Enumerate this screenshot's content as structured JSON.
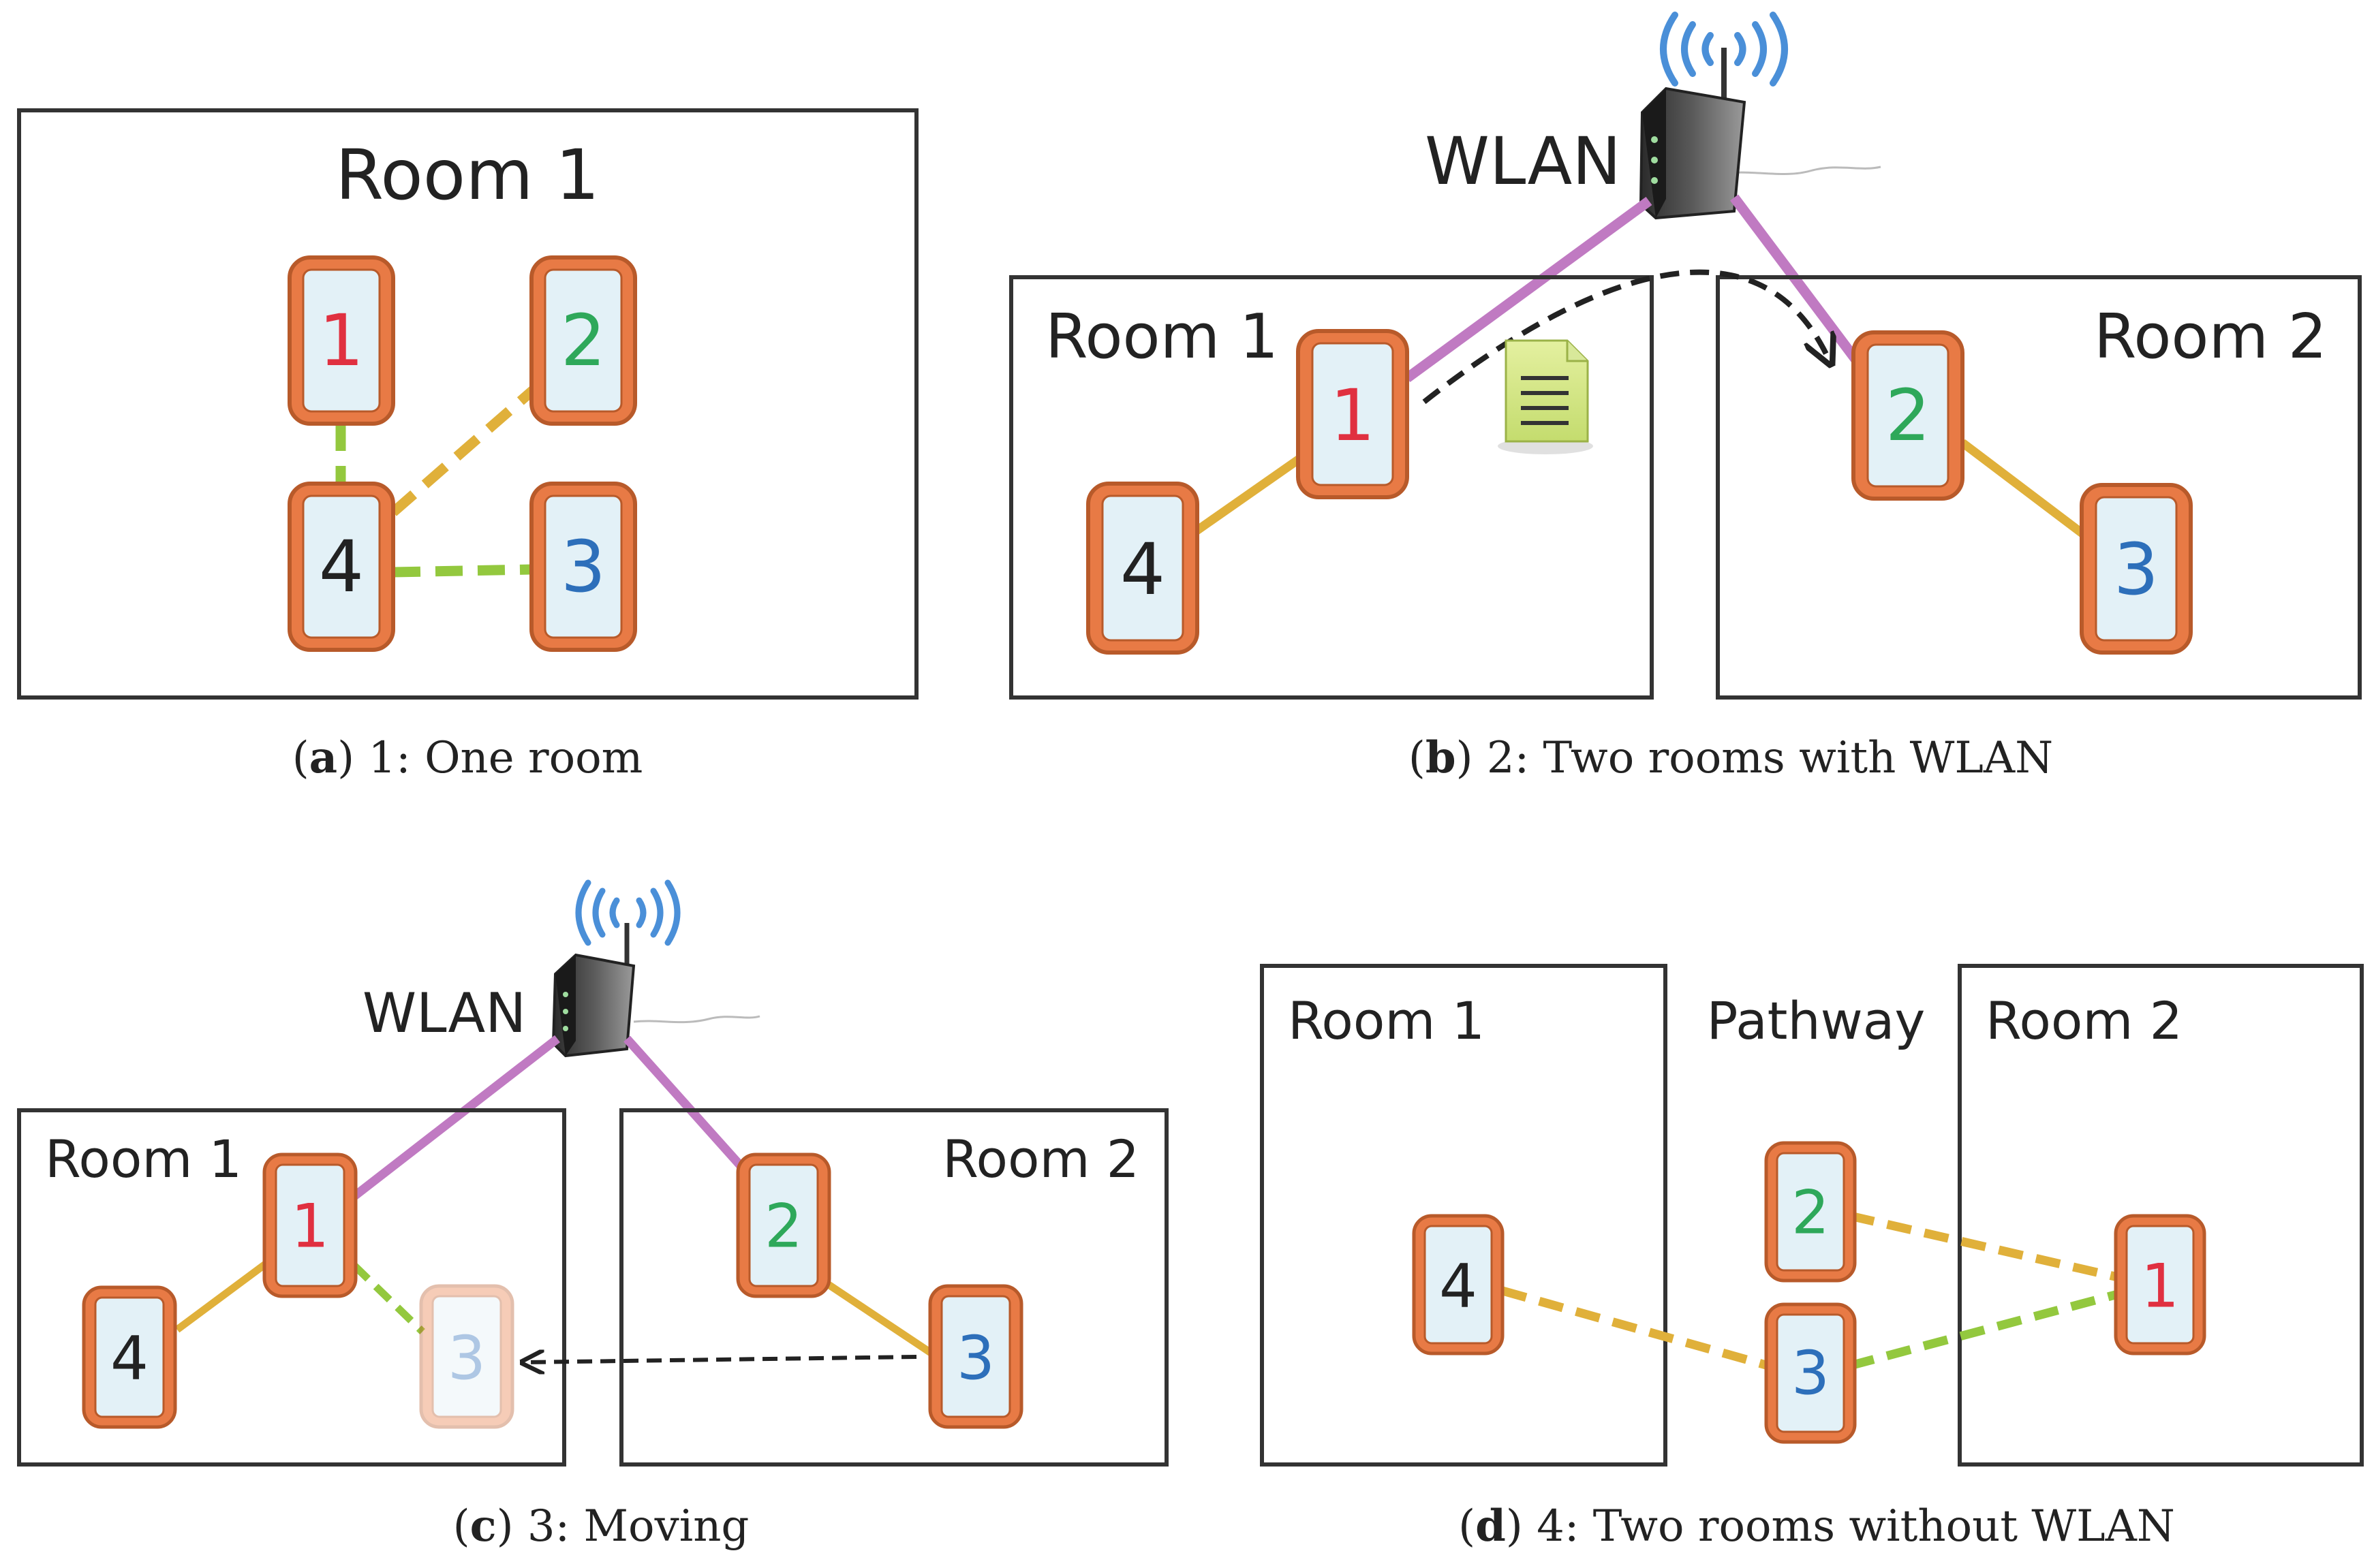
{
  "colors": {
    "device_frame": "#e87a45",
    "device_frame_stroke": "#b85a2a",
    "device_screen": "#e3f1f7",
    "link_strong": "#e0b03a",
    "link_green": "#93c83e",
    "link_wlan": "#c07ac2",
    "label_1": "#e03040",
    "label_2": "#2ea85a",
    "label_3": "#2d6fba",
    "label_4": "#222222",
    "wifi": "#4a8fd8"
  },
  "panels": [
    {
      "id": "a",
      "letter": "a",
      "caption": "1: One room",
      "rooms": [
        "Room 1"
      ],
      "devices": [
        {
          "label": "1"
        },
        {
          "label": "2"
        },
        {
          "label": "4"
        },
        {
          "label": "3"
        }
      ]
    },
    {
      "id": "b",
      "letter": "b",
      "caption": "2: Two rooms with WLAN",
      "rooms": [
        "Room 1",
        "Room 2"
      ],
      "wlan_label": "WLAN",
      "devices": [
        {
          "label": "1"
        },
        {
          "label": "4"
        },
        {
          "label": "2"
        },
        {
          "label": "3"
        }
      ]
    },
    {
      "id": "c",
      "letter": "c",
      "caption": "3: Moving",
      "rooms": [
        "Room 1",
        "Room 2"
      ],
      "wlan_label": "WLAN",
      "devices": [
        {
          "label": "1"
        },
        {
          "label": "4"
        },
        {
          "label": "3"
        },
        {
          "label": "2"
        },
        {
          "label": "3"
        }
      ]
    },
    {
      "id": "d",
      "letter": "d",
      "caption": "4: Two rooms without WLAN",
      "rooms": [
        "Room 1",
        "Pathway",
        "Room 2"
      ],
      "devices": [
        {
          "label": "4"
        },
        {
          "label": "2"
        },
        {
          "label": "3"
        },
        {
          "label": "1"
        }
      ]
    }
  ]
}
